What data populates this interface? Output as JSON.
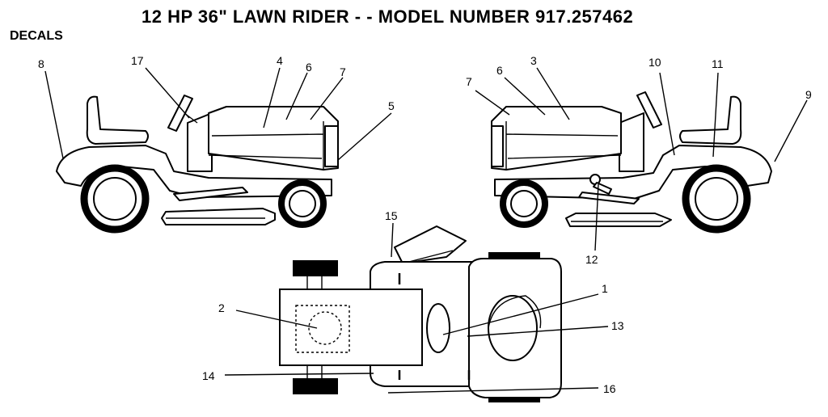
{
  "header": {
    "title": "12 HP 36\" LAWN RIDER - - MODEL NUMBER 917.257462",
    "section": "DECALS"
  },
  "callouts": {
    "c1": "1",
    "c2": "2",
    "c3": "3",
    "c4": "4",
    "c5": "5",
    "c6": "6",
    "c6b": "6",
    "c7": "7",
    "c7b": "7",
    "c8": "8",
    "c9": "9",
    "c10": "10",
    "c11": "11",
    "c12": "12",
    "c13": "13",
    "c14": "14",
    "c15": "15",
    "c16": "16",
    "c17": "17"
  }
}
